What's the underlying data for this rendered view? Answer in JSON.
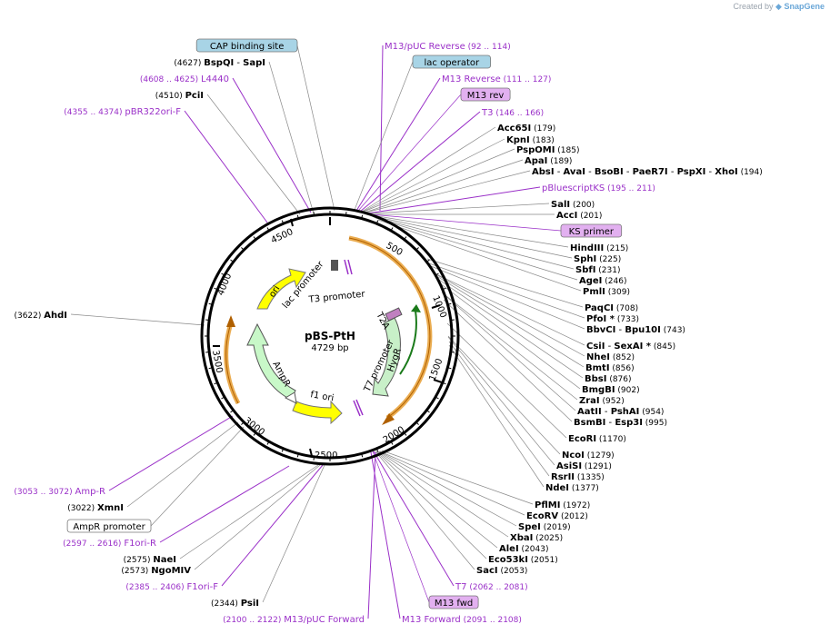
{
  "credit": {
    "prefix": "Created by",
    "brand": "SnapGene"
  },
  "colors": {
    "enzyme": "#000000",
    "primer": "#9a30c8",
    "feature_orange": "#e8a33d",
    "promoter_fill": "#ffffff",
    "hyg_fill": "#c8f0c8",
    "ampr_fill": "#c8f8c8",
    "ori_fill": "#ffff00",
    "f1_fill": "#ffff00",
    "cap_box": "#a8d4e6",
    "m13_box": "#e2b0f0"
  },
  "plasmid": {
    "name": "pBS-PtH",
    "size": "4729 bp"
  },
  "ticks": [
    "500",
    "1000",
    "1500",
    "2000",
    "2500",
    "3000",
    "3500",
    "4000",
    "4500"
  ],
  "features": {
    "ori": "ori",
    "lac_promoter": "lac promoter",
    "t3_promoter": "T3 promoter",
    "t2a": "T2A",
    "hygr": "HygR",
    "t7_promoter": "T7 promoter",
    "ampr": "AmpR",
    "f1_ori": "f1 ori"
  },
  "labels_right": [
    {
      "kind": "primer",
      "name": "M13/pUC Reverse",
      "range": "(92 .. 114)"
    },
    {
      "kind": "box-blue",
      "name": "lac operator"
    },
    {
      "kind": "primer",
      "name": "M13 Reverse",
      "range": "(111 .. 127)"
    },
    {
      "kind": "box-purple",
      "name": "M13 rev"
    },
    {
      "kind": "primer",
      "name": "T3",
      "range": "(146 .. 166)"
    },
    {
      "kind": "enzyme",
      "parts": [
        "Acc65I"
      ],
      "pos": "(179)"
    },
    {
      "kind": "enzyme",
      "parts": [
        "KpnI"
      ],
      "pos": "(183)"
    },
    {
      "kind": "enzyme",
      "parts": [
        "PspOMI"
      ],
      "pos": "(185)"
    },
    {
      "kind": "enzyme",
      "parts": [
        "ApaI"
      ],
      "pos": "(189)"
    },
    {
      "kind": "enzyme",
      "parts": [
        "AbsI",
        "AvaI",
        "BsoBI",
        "PaeR7I",
        "PspXI",
        "XhoI"
      ],
      "pos": "(194)"
    },
    {
      "kind": "primer",
      "name": "pBluescriptKS",
      "range": "(195 .. 211)"
    },
    {
      "kind": "enzyme",
      "parts": [
        "SalI"
      ],
      "pos": "(200)"
    },
    {
      "kind": "enzyme",
      "parts": [
        "AccI"
      ],
      "pos": "(201)"
    },
    {
      "kind": "box-purple",
      "name": "KS primer"
    },
    {
      "kind": "enzyme",
      "parts": [
        "HindIII"
      ],
      "pos": "(215)"
    },
    {
      "kind": "enzyme",
      "parts": [
        "SphI"
      ],
      "pos": "(225)"
    },
    {
      "kind": "enzyme",
      "parts": [
        "SbfI"
      ],
      "pos": "(231)"
    },
    {
      "kind": "enzyme",
      "parts": [
        "AgeI"
      ],
      "pos": "(246)"
    },
    {
      "kind": "enzyme",
      "parts": [
        "PmlI"
      ],
      "pos": "(309)"
    },
    {
      "kind": "enzyme",
      "parts": [
        "PaqCI"
      ],
      "pos": "(708)"
    },
    {
      "kind": "enzyme",
      "parts": [
        "PfoI *"
      ],
      "pos": "(733)"
    },
    {
      "kind": "enzyme",
      "parts": [
        "BbvCI",
        "Bpu10I"
      ],
      "pos": "(743)"
    },
    {
      "kind": "enzyme",
      "parts": [
        "CsiI",
        "SexAI *"
      ],
      "pos": "(845)"
    },
    {
      "kind": "enzyme",
      "parts": [
        "NheI"
      ],
      "pos": "(852)"
    },
    {
      "kind": "enzyme",
      "parts": [
        "BmtI"
      ],
      "pos": "(856)"
    },
    {
      "kind": "enzyme",
      "parts": [
        "BbsI"
      ],
      "pos": "(876)"
    },
    {
      "kind": "enzyme",
      "parts": [
        "BmgBI"
      ],
      "pos": "(902)"
    },
    {
      "kind": "enzyme",
      "parts": [
        "ZraI"
      ],
      "pos": "(952)"
    },
    {
      "kind": "enzyme",
      "parts": [
        "AatII",
        "PshAI"
      ],
      "pos": "(954)"
    },
    {
      "kind": "enzyme",
      "parts": [
        "BsmBI",
        "Esp3I"
      ],
      "pos": "(995)"
    },
    {
      "kind": "enzyme",
      "parts": [
        "EcoRI"
      ],
      "pos": "(1170)"
    },
    {
      "kind": "enzyme",
      "parts": [
        "NcoI"
      ],
      "pos": "(1279)"
    },
    {
      "kind": "enzyme",
      "parts": [
        "AsiSI"
      ],
      "pos": "(1291)"
    },
    {
      "kind": "enzyme",
      "parts": [
        "RsrII"
      ],
      "pos": "(1335)"
    },
    {
      "kind": "enzyme",
      "parts": [
        "NdeI"
      ],
      "pos": "(1377)"
    },
    {
      "kind": "enzyme",
      "parts": [
        "PflMI"
      ],
      "pos": "(1972)"
    },
    {
      "kind": "enzyme",
      "parts": [
        "EcoRV"
      ],
      "pos": "(2012)"
    },
    {
      "kind": "enzyme",
      "parts": [
        "SpeI"
      ],
      "pos": "(2019)"
    },
    {
      "kind": "enzyme",
      "parts": [
        "XbaI"
      ],
      "pos": "(2025)"
    },
    {
      "kind": "enzyme",
      "parts": [
        "AleI"
      ],
      "pos": "(2043)"
    },
    {
      "kind": "enzyme",
      "parts": [
        "Eco53kI"
      ],
      "pos": "(2051)"
    },
    {
      "kind": "enzyme",
      "parts": [
        "SacI"
      ],
      "pos": "(2053)"
    },
    {
      "kind": "primer",
      "name": "T7",
      "range": "(2062 .. 2081)"
    },
    {
      "kind": "box-purple",
      "name": "M13 fwd"
    },
    {
      "kind": "primer",
      "name": "M13 Forward",
      "range": "(2091 .. 2108)"
    }
  ],
  "labels_left": [
    {
      "kind": "box-blue",
      "name": "CAP binding site"
    },
    {
      "kind": "enzyme",
      "parts": [
        "BspQI",
        "SapI"
      ],
      "pos": "(4627)"
    },
    {
      "kind": "primer",
      "name": "L4440",
      "range": "(4608 .. 4625)"
    },
    {
      "kind": "enzyme",
      "parts": [
        "PciI"
      ],
      "pos": "(4510)"
    },
    {
      "kind": "primer",
      "name": "pBR322ori-F",
      "range": "(4355 .. 4374)"
    },
    {
      "kind": "enzyme",
      "parts": [
        "AhdI"
      ],
      "pos": "(3622)"
    },
    {
      "kind": "primer",
      "name": "Amp-R",
      "range": "(3053 .. 3072)"
    },
    {
      "kind": "enzyme",
      "parts": [
        "XmnI"
      ],
      "pos": "(3022)"
    },
    {
      "kind": "box-white",
      "name": "AmpR promoter"
    },
    {
      "kind": "primer",
      "name": "F1ori-R",
      "range": "(2597 .. 2616)"
    },
    {
      "kind": "enzyme",
      "parts": [
        "NaeI"
      ],
      "pos": "(2575)"
    },
    {
      "kind": "enzyme",
      "parts": [
        "NgoMIV"
      ],
      "pos": "(2573)"
    },
    {
      "kind": "primer",
      "name": "F1ori-F",
      "range": "(2385 .. 2406)"
    },
    {
      "kind": "enzyme",
      "parts": [
        "PsiI"
      ],
      "pos": "(2344)"
    },
    {
      "kind": "primer",
      "name": "M13/pUC Forward",
      "range": "(2100 .. 2122)"
    }
  ]
}
